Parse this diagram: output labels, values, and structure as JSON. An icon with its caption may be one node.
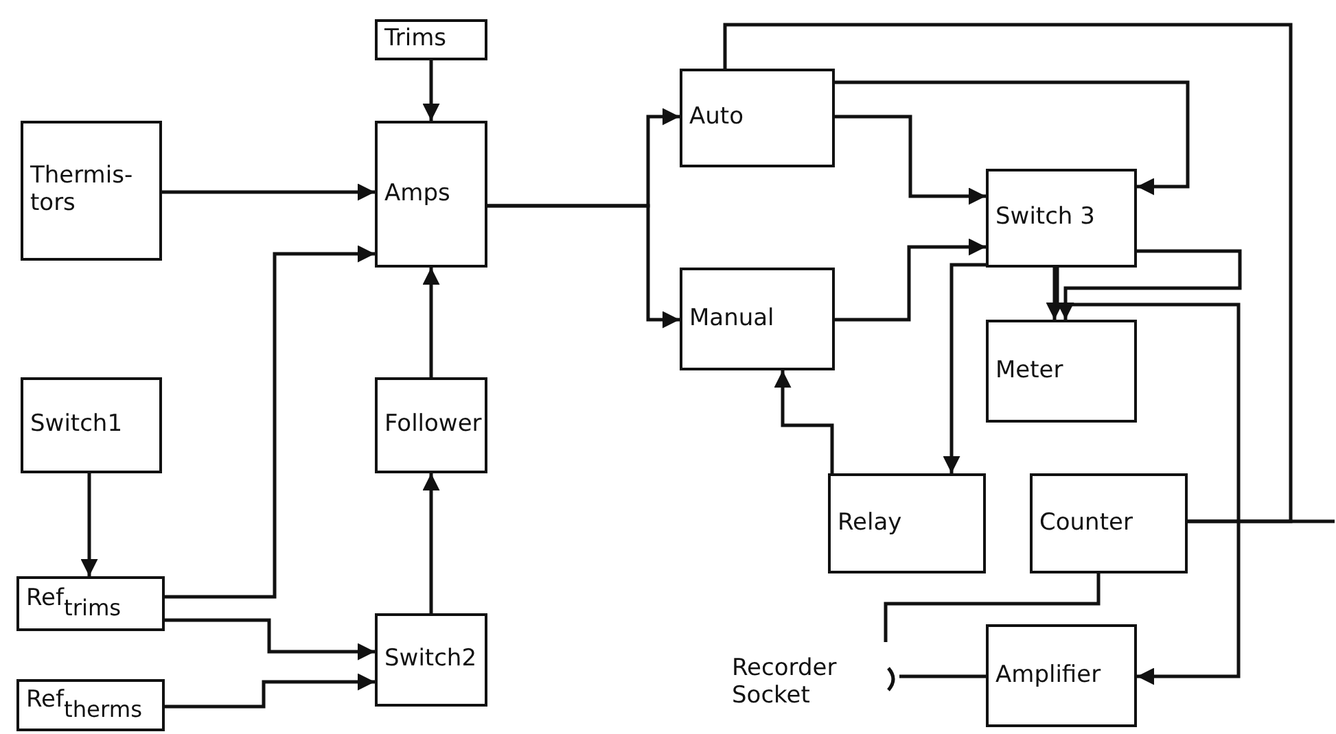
{
  "diagram": {
    "nodes": [
      {
        "text": [
          "Trims"
        ]
      },
      {
        "text": [
          "Thermis- tors"
        ]
      },
      {
        "text": [
          "Amps"
        ]
      },
      {
        "text": [
          "Switch1"
        ]
      },
      {
        "text": [
          "Follower"
        ]
      },
      {
        "text": [
          "Ref$_{trims}$"
        ]
      },
      {
        "text": [
          "Ref$_{therms}$"
        ]
      },
      {
        "text": [
          "Switch2"
        ]
      },
      {
        "text": [
          "Auto"
        ]
      },
      {
        "text": [
          "Manual"
        ]
      },
      {
        "text": [
          "Switch 3"
        ]
      },
      {
        "text": [
          "Meter"
        ]
      },
      {
        "text": [
          "Relay"
        ]
      },
      {
        "text": [
          "Counter"
        ]
      },
      {
        "text": [
          "Amplifier"
        ]
      },
      {
        "text": [
          "Recorder Socket"
        ]
      }
    ],
    "edges": [
      {
        "from": 0,
        "to": 2,
        "arrow": "to"
      },
      {
        "from": 1,
        "to": 2,
        "arrow": "to"
      },
      {
        "from": 5,
        "to": 2,
        "arrow": "to"
      },
      {
        "from": 3,
        "to": 5,
        "arrow": "to"
      },
      {
        "from": 5,
        "to": 7,
        "arrow": "to"
      },
      {
        "from": 6,
        "to": 7,
        "arrow": "to"
      },
      {
        "from": 7,
        "to": 4,
        "arrow": "to"
      },
      {
        "from": 4,
        "to": 2,
        "arrow": "to"
      },
      {
        "from": 2,
        "to": 8,
        "arrow": "to"
      },
      {
        "from": 2,
        "to": 9,
        "arrow": "to"
      },
      {
        "from": 8,
        "to": 10,
        "arrow": "to"
      },
      {
        "from": 8,
        "to": 10,
        "arrow": "to"
      },
      {
        "from": 9,
        "to": 10,
        "arrow": "to"
      },
      {
        "from": 12,
        "to": 9,
        "arrow": "to"
      },
      {
        "from": 10,
        "to": 12,
        "arrow": "to"
      },
      {
        "from": 10,
        "to": 11,
        "arrow": "to"
      },
      {
        "from": 10,
        "to": 11,
        "arrow": "to"
      },
      {
        "from": 10,
        "to": 14,
        "arrow": "to"
      },
      {
        "from": 13,
        "to": 8,
        "arrow": "none"
      },
      {
        "from": 13,
        "to": null,
        "arrow": "none"
      },
      {
        "from": 13,
        "to": 15,
        "arrow": "none"
      },
      {
        "from": 14,
        "to": 15,
        "arrow": "none"
      }
    ]
  }
}
